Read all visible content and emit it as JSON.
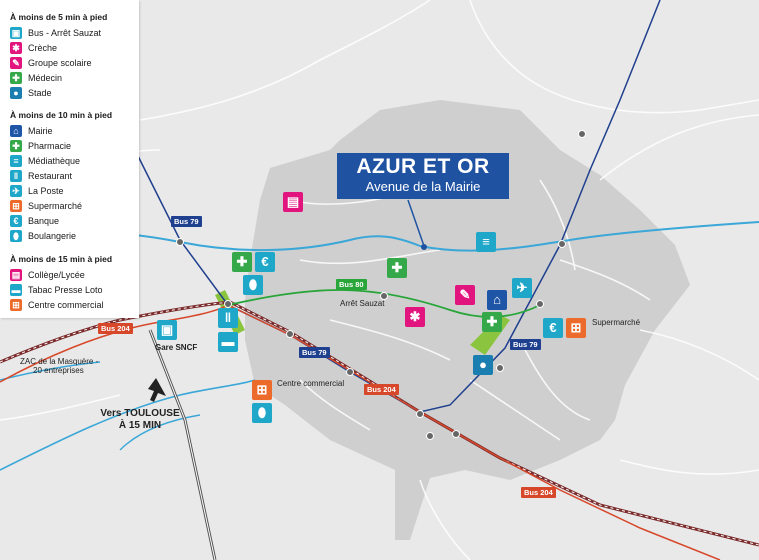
{
  "colors": {
    "background": "#e9e9e9",
    "zone": "#cfcfcf",
    "river": "#3aa7d8",
    "bus80": "#29a63a",
    "bus79": "#1f3f8f",
    "bus204": "#d7482a",
    "rail": "#7b2b2b",
    "title_bg": "#1f53a2"
  },
  "legend": {
    "section_5min": {
      "title": "À moins de 5 min à pied",
      "items": [
        {
          "label": "Bus - Arrêt Sauzat",
          "icon": "bus-icon",
          "color": "#1ea7c9"
        },
        {
          "label": "Crèche",
          "icon": "stroller-icon",
          "color": "#e2157f"
        },
        {
          "label": "Groupe scolaire",
          "icon": "pencil-icon",
          "color": "#e2157f"
        },
        {
          "label": "Médecin",
          "icon": "stethoscope-icon",
          "color": "#35a94a"
        },
        {
          "label": "Stade",
          "icon": "ball-icon",
          "color": "#1a7fb0"
        }
      ]
    },
    "section_10min": {
      "title": "À moins de 10 min à pied",
      "items": [
        {
          "label": "Mairie",
          "icon": "town-hall-icon",
          "color": "#1f55a6"
        },
        {
          "label": "Pharmacie",
          "icon": "pharmacy-cross-icon",
          "color": "#35a94a"
        },
        {
          "label": "Médiathèque",
          "icon": "books-icon",
          "color": "#1ea7c9"
        },
        {
          "label": "Restaurant",
          "icon": "cutlery-icon",
          "color": "#1ea7c9"
        },
        {
          "label": "La Poste",
          "icon": "post-icon",
          "color": "#1ea7c9"
        },
        {
          "label": "Supermarché",
          "icon": "cart-icon",
          "color": "#ec6b2a"
        },
        {
          "label": "Banque",
          "icon": "euro-icon",
          "color": "#1ea7c9"
        },
        {
          "label": "Boulangerie",
          "icon": "bread-icon",
          "color": "#1ea7c9"
        }
      ]
    },
    "section_15min": {
      "title": "À moins de 15 min à pied",
      "items": [
        {
          "label": "Collège/Lycée",
          "icon": "school-bag-icon",
          "color": "#e2157f"
        },
        {
          "label": "Tabac Presse Loto",
          "icon": "press-icon",
          "color": "#1ea7c9"
        },
        {
          "label": "Centre commercial",
          "icon": "cart-icon",
          "color": "#ec6b2a"
        }
      ]
    }
  },
  "title": {
    "line1": "AZUR ET OR",
    "line2": "Avenue de la Mairie"
  },
  "map_labels": {
    "bus79": "Bus 79",
    "bus80": "Bus 80",
    "bus204": "Bus 204",
    "arret_sauzat": "Arrêt Sauzat",
    "gare": "Gare SNCF",
    "centre_commercial": "Centre commercial",
    "supermarche": "Supermarché",
    "zac_line1": "ZAC de la Masquère -",
    "zac_line2": "20 entreprises",
    "toulouse_line1": "Vers TOULOUSE",
    "toulouse_line2": "À 15 MIN"
  }
}
